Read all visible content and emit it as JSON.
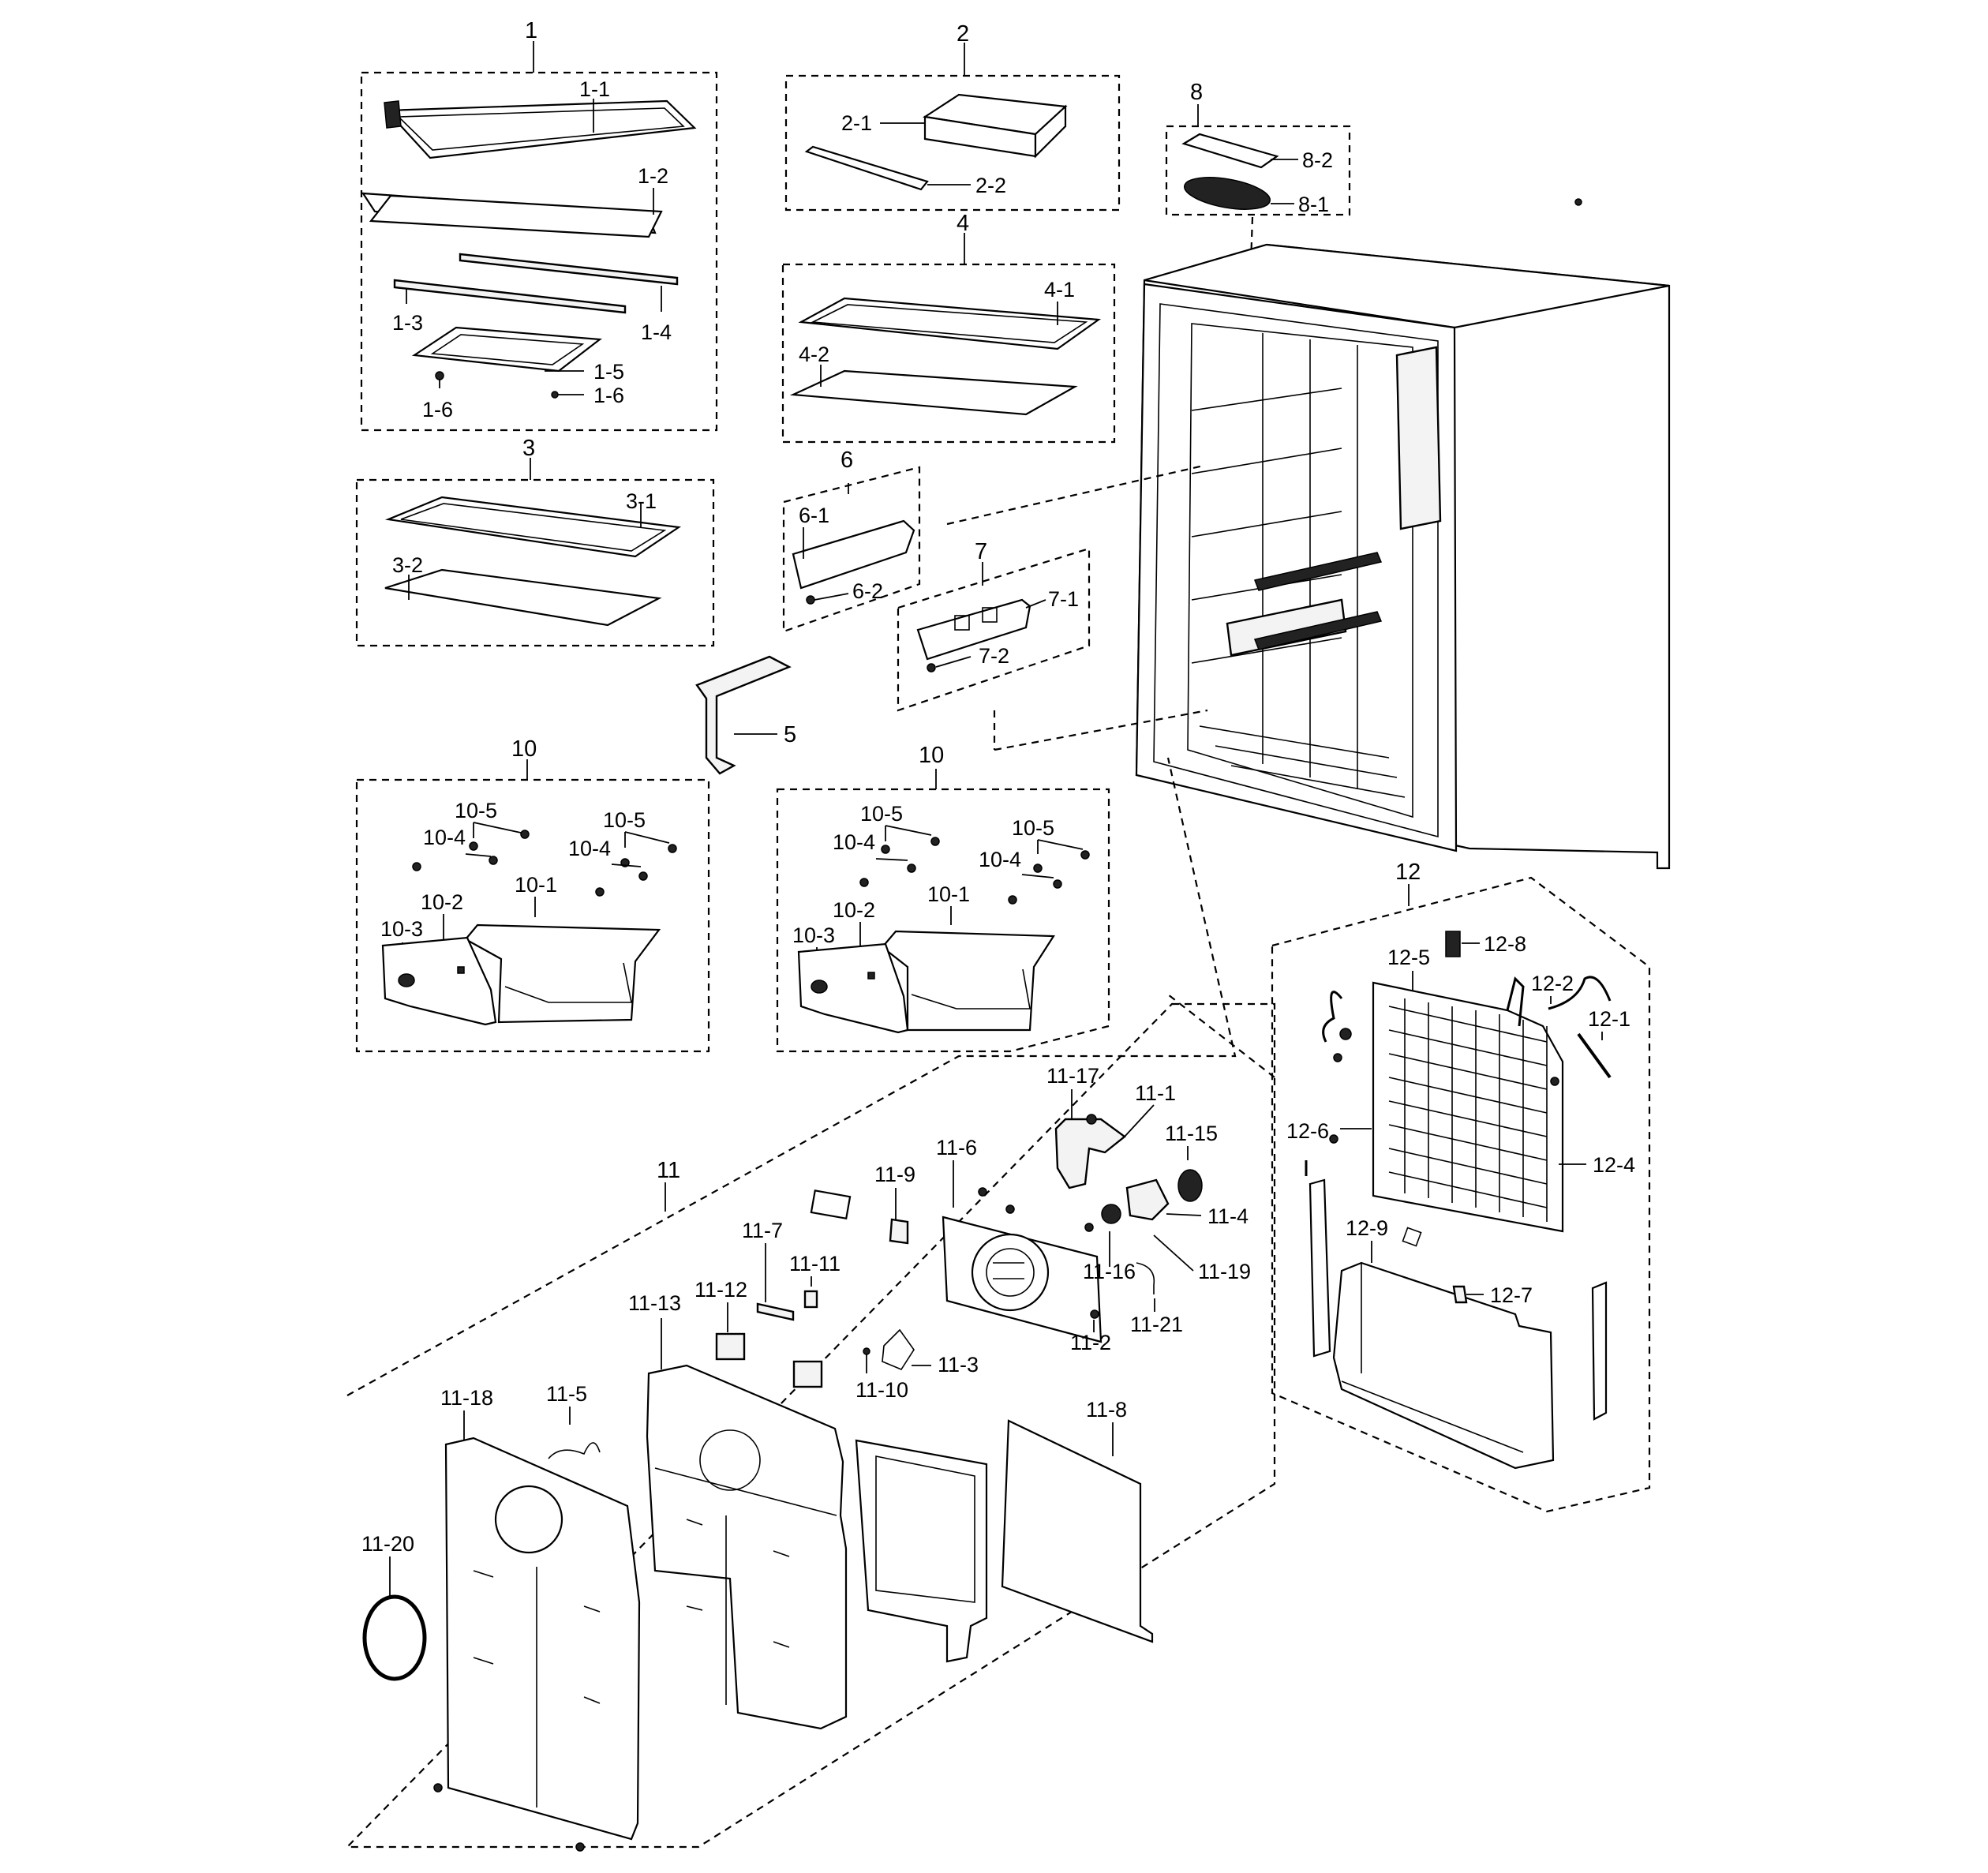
{
  "groups": {
    "g1": "1",
    "g2": "2",
    "g3": "3",
    "g4": "4",
    "g5": "5",
    "g6": "6",
    "g7": "7",
    "g8": "8",
    "g10a": "10",
    "g10b": "10",
    "g11": "11",
    "g12": "12"
  },
  "labels": {
    "l1_1": "1-1",
    "l1_2": "1-2",
    "l1_3": "1-3",
    "l1_4": "1-4",
    "l1_5": "1-5",
    "l1_6a": "1-6",
    "l1_6b": "1-6",
    "l2_1": "2-1",
    "l2_2": "2-2",
    "l3_1": "3-1",
    "l3_2": "3-2",
    "l4_1": "4-1",
    "l4_2": "4-2",
    "l6_1": "6-1",
    "l6_2": "6-2",
    "l7_1": "7-1",
    "l7_2": "7-2",
    "l8_1": "8-1",
    "l8_2": "8-2",
    "la10_5a": "10-5",
    "la10_4a": "10-4",
    "la10_5b": "10-5",
    "la10_4b": "10-4",
    "la10_2": "10-2",
    "la10_1": "10-1",
    "la10_3": "10-3",
    "lb10_5a": "10-5",
    "lb10_4a": "10-4",
    "lb10_5b": "10-5",
    "lb10_4b": "10-4",
    "lb10_2": "10-2",
    "lb10_1": "10-1",
    "lb10_3": "10-3",
    "l11_17": "11-17",
    "l11_1": "11-1",
    "l11_15": "11-15",
    "l11_6": "11-6",
    "l11_9": "11-9",
    "l11_4": "11-4",
    "l11_7": "11-7",
    "l11_11": "11-11",
    "l11_16": "11-16",
    "l11_19": "11-19",
    "l11_12": "11-12",
    "l11_13": "11-13",
    "l11_21": "11-21",
    "l11_2": "11-2",
    "l11_3": "11-3",
    "l11_10": "11-10",
    "l11_18": "11-18",
    "l11_5": "11-5",
    "l11_8": "11-8",
    "l11_20": "11-20",
    "l12_8": "12-8",
    "l12_5": "12-5",
    "l12_2": "12-2",
    "l12_1": "12-1",
    "l12_6": "12-6",
    "l12_4": "12-4",
    "l12_9": "12-9",
    "l12_7": "12-7"
  }
}
